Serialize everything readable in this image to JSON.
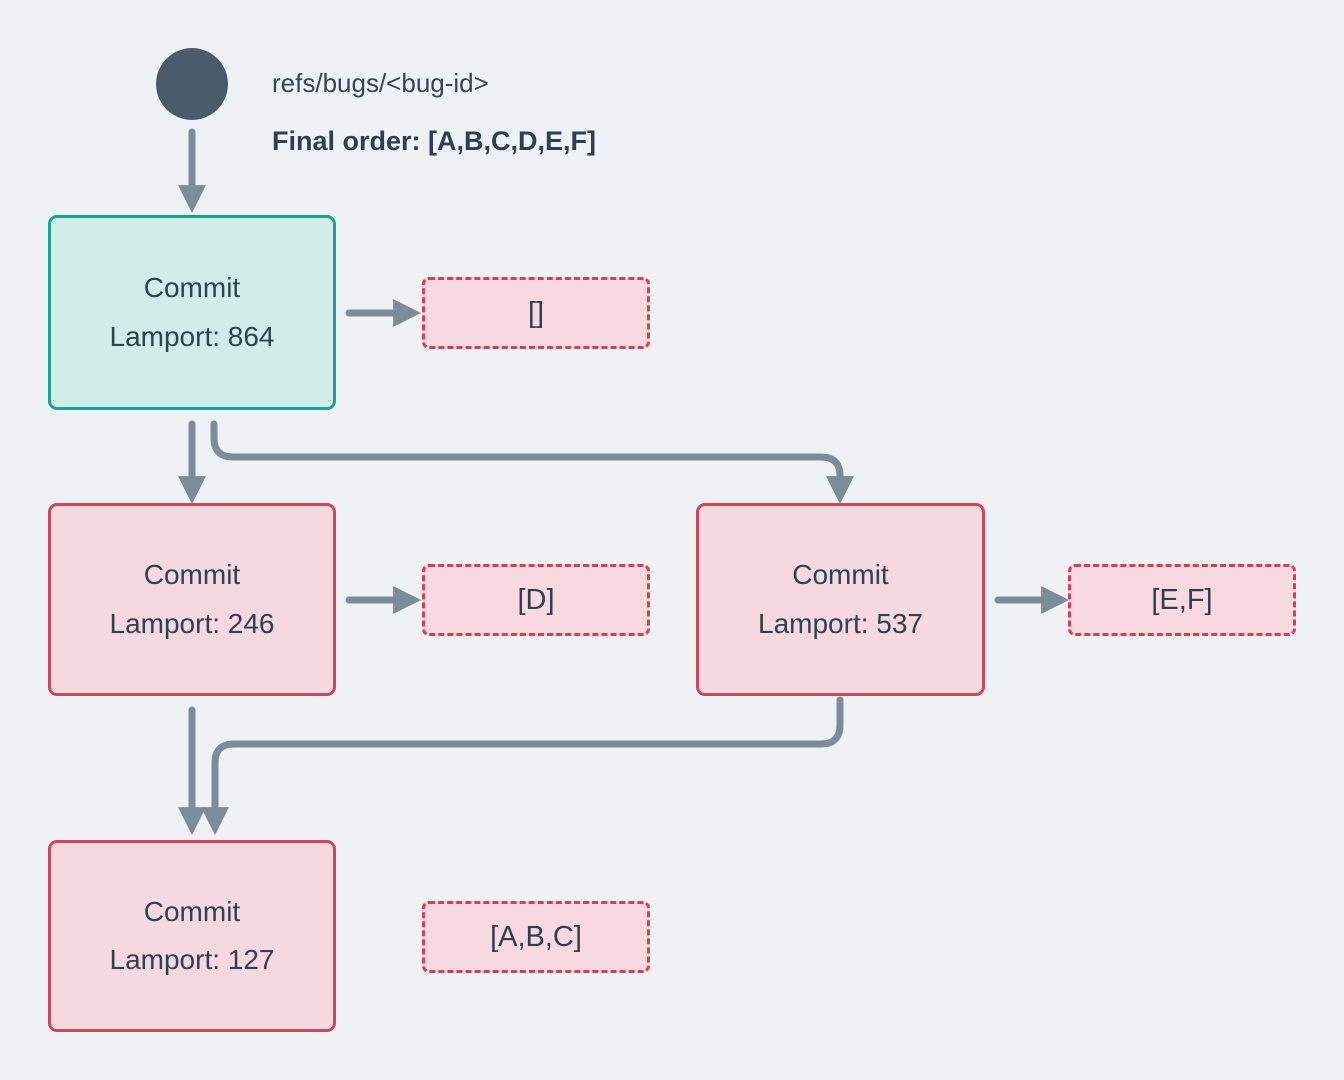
{
  "header": {
    "ref_label": "refs/bugs/<bug-id>",
    "final_order": "Final order: [A,B,C,D,E,F]"
  },
  "nodes": [
    {
      "id": "commit-864",
      "title": "Commit",
      "lamport": "Lamport: 864",
      "state": "resolved",
      "operations": "[]"
    },
    {
      "id": "commit-246",
      "title": "Commit",
      "lamport": "Lamport: 246",
      "state": "conflict",
      "operations": "[D]"
    },
    {
      "id": "commit-537",
      "title": "Commit",
      "lamport": "Lamport: 537",
      "state": "conflict",
      "operations": "[E,F]"
    },
    {
      "id": "commit-127",
      "title": "Commit",
      "lamport": "Lamport: 127",
      "state": "conflict",
      "operations": "[A,B,C]"
    }
  ],
  "edges": [
    {
      "from": "ref-dot",
      "to": "commit-864"
    },
    {
      "from": "commit-864",
      "to": "ops-864"
    },
    {
      "from": "commit-864",
      "to": "commit-246"
    },
    {
      "from": "commit-864",
      "to": "commit-537"
    },
    {
      "from": "commit-246",
      "to": "ops-246"
    },
    {
      "from": "commit-537",
      "to": "ops-537"
    },
    {
      "from": "commit-246",
      "to": "commit-127"
    },
    {
      "from": "commit-537",
      "to": "commit-127"
    },
    {
      "from": "commit-127",
      "to": "ops-127"
    }
  ],
  "colors": {
    "background": "#eff2f5",
    "ref_dot": "#4a5b6b",
    "arrow": "#7d8c9b",
    "resolved_border": "#16a390",
    "resolved_fill": "#d2ecea",
    "conflict_border": "#d0455e",
    "conflict_fill": "#f6d9de",
    "ops_border": "#d63d57",
    "ops_fill": "#f8d9df",
    "text": "#2f4254"
  }
}
